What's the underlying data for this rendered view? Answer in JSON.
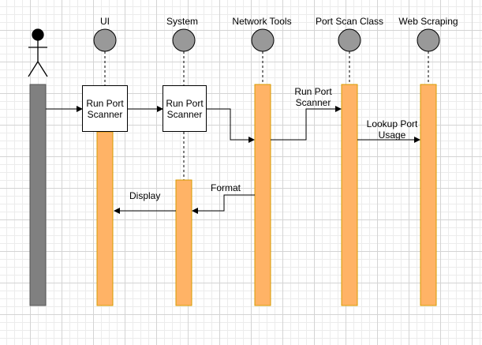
{
  "colors": {
    "actor_bar": "#808080",
    "activation": "#ffb366",
    "activation_border": "#d79b00",
    "lifeline_head": "#999999",
    "line": "#000000"
  },
  "lifelines": [
    {
      "name": "UI"
    },
    {
      "name": "System"
    },
    {
      "name": "Network Tools"
    },
    {
      "name": "Port Scan Class"
    },
    {
      "name": "Web Scraping"
    }
  ],
  "boxes": {
    "ui": "Run Port\nScanner",
    "system": "Run Port\nScanner"
  },
  "messages": {
    "run_port_scanner": "Run Port\nScanner",
    "lookup_port_usage": "Lookup Port\nUsage",
    "format": "Format",
    "display": "Display"
  }
}
